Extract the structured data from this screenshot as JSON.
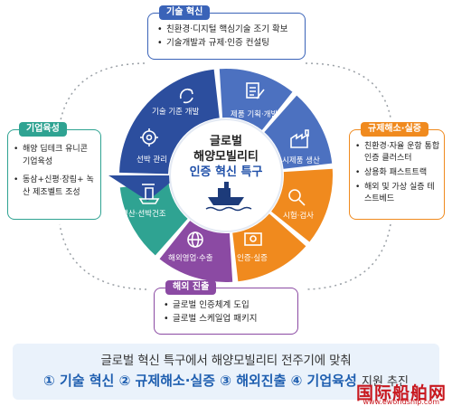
{
  "center": {
    "line1": "글로벌",
    "line2": "해양모빌리티",
    "line3": "인증 혁신 특구"
  },
  "stages": [
    {
      "label": "기술 기준 개발",
      "color": "#2c4e9e"
    },
    {
      "label": "제품 기획·개발",
      "color": "#4c71c0"
    },
    {
      "label": "시제품 생산",
      "color": "#4c71c0"
    },
    {
      "label": "시험·검사",
      "color": "#f08a1e"
    },
    {
      "label": "인증·실증",
      "color": "#f08a1e"
    },
    {
      "label": "해외영업·수출",
      "color": "#8b4aa3"
    },
    {
      "label": "생산·선박건조",
      "color": "#2fa392"
    },
    {
      "label": "선박 관리",
      "color": "#2fa392"
    }
  ],
  "boxes": {
    "tech": {
      "title": "기술 혁신",
      "color": "#3a63b8",
      "items": [
        "친환경·디지털 핵심기술 조기 확보",
        "기술개발과 규제·인증 컨설팅"
      ]
    },
    "reg": {
      "title": "규제해소·실증",
      "color": "#f08a1e",
      "items": [
        "친환경·자율 운항 통합인증 클러스터",
        "상용화 패스트트랙",
        "해외 및 가상 실증 테스트베드"
      ]
    },
    "overseas": {
      "title": "해외 진출",
      "color": "#8b4aa3",
      "items": [
        "글로벌 인증체계 도입",
        "글로벌 스케일업 패키지"
      ]
    },
    "corp": {
      "title": "기업육성",
      "color": "#2fa392",
      "items": [
        "해양 딥테크 유니콘 기업육성",
        "동삼+신평·장림+ 녹산 제조벨트 조성"
      ]
    }
  },
  "bottom": {
    "line1": "글로벌 혁신 특구에서 해양모빌리티 전주기에 맞춰",
    "item1": "① 기술 혁신",
    "item2": "② 규제해소·실증",
    "item3": "③ 해외진출",
    "item4": "④ 기업육성",
    "tail": "지원 추진"
  },
  "watermark": {
    "text": "国际船舶网",
    "sub": "www.eworldship.com"
  }
}
